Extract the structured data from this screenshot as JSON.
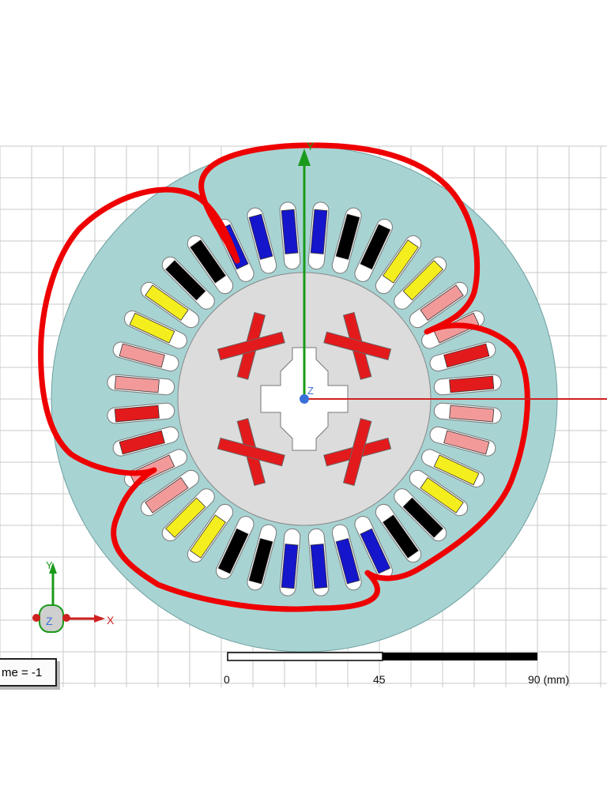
{
  "axes": {
    "y_label": "Y",
    "x_label": "X",
    "z_label": "Z"
  },
  "colors": {
    "grid": "#c8c8c8",
    "stator": "#a8d3d3",
    "rotor": "#dcdcdc",
    "magnet": "#e31a1c",
    "annotation": "#ee0000",
    "x_axis": "#d02020",
    "y_axis": "#1a9a1a",
    "z_marker": "#3a6fd8",
    "slot_outline": "#777777"
  },
  "winding": {
    "slot_count": 36,
    "phase_colors": [
      "#f29a9a",
      "#f29a9a",
      "#f5ee1e",
      "#f5ee1e",
      "#000000",
      "#000000",
      "#1515cc",
      "#1515cc",
      "#e31a1c"
    ],
    "slot_phase_index": [
      7,
      7,
      4,
      4,
      2,
      2,
      0,
      0,
      8,
      8,
      0,
      0,
      2,
      2,
      4,
      4,
      6,
      6,
      7,
      7,
      4,
      4,
      2,
      2,
      0,
      0,
      8,
      8,
      0,
      0,
      2,
      2,
      4,
      4,
      6,
      6
    ],
    "note": ""
  },
  "rotor": {
    "magnet_pole_pairs": 4
  },
  "time_label": "me = -1",
  "scale": {
    "ticks": [
      "0",
      "45",
      "90 (mm)"
    ]
  }
}
